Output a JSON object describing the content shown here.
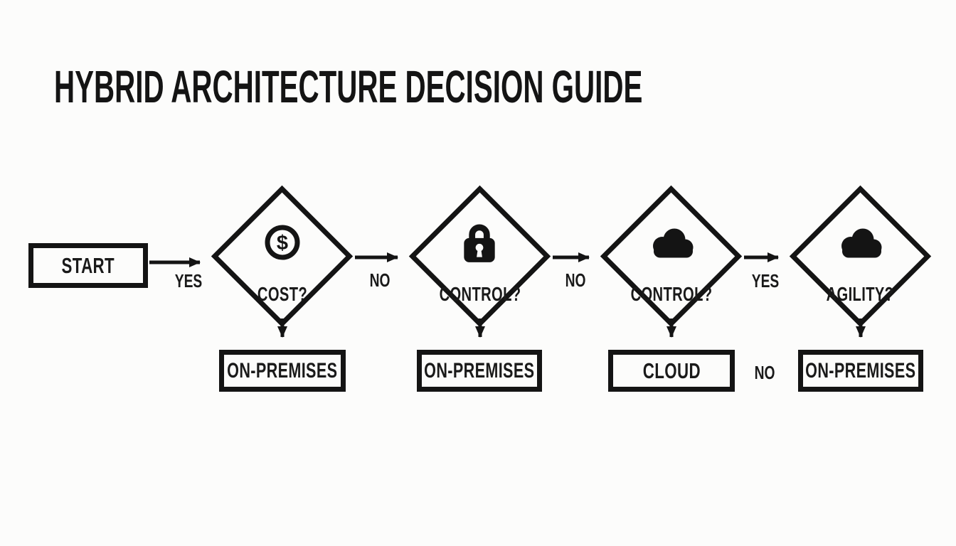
{
  "title": "HYBRID ARCHITECTURE DECISION GUIDE",
  "flowchart": {
    "start": {
      "label": "START"
    },
    "decisions": [
      {
        "label": "COST?",
        "icon": "dollar-circle-icon"
      },
      {
        "label": "CONTROL?",
        "icon": "padlock-icon"
      },
      {
        "label": "CONTROL?",
        "icon": "cloud-icon"
      },
      {
        "label": "AGILITY?",
        "icon": "cloud-icon"
      }
    ],
    "edge_labels": [
      {
        "label": "YES",
        "position": "start-to-cost"
      },
      {
        "label": "NO",
        "position": "cost-to-control1"
      },
      {
        "label": "NO",
        "position": "control1-to-control2"
      },
      {
        "label": "YES",
        "position": "control2-to-agility"
      },
      {
        "label": "NO",
        "position": "between-cloud-and-onpremises"
      }
    ],
    "outcomes": [
      {
        "label": "ON-PREMISES"
      },
      {
        "label": "ON-PREMISES"
      },
      {
        "label": "CLOUD"
      },
      {
        "label": "ON-PREMISES"
      }
    ],
    "colors": {
      "ink": "#141414",
      "background": "#fcfcfb"
    }
  }
}
